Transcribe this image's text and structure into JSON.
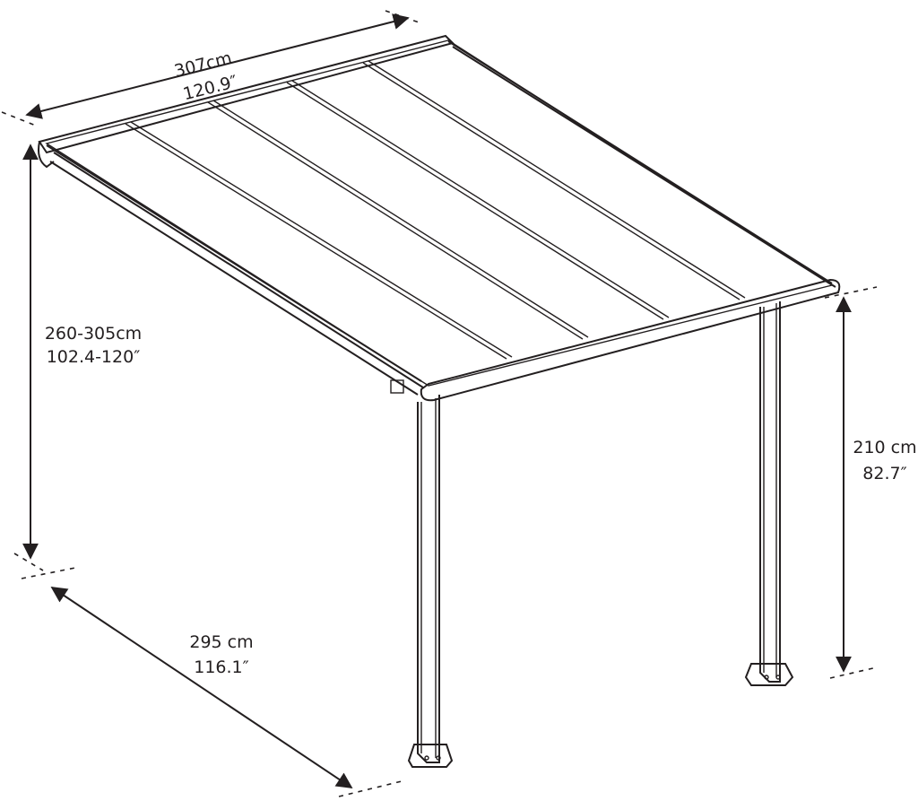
{
  "dimensions": {
    "width": {
      "metric": "307cm",
      "imperial": "120.9″"
    },
    "rear_height": {
      "metric": "260-305cm",
      "imperial": "102.4-120″"
    },
    "front_height": {
      "metric": "210 cm",
      "imperial": "82.7″"
    },
    "depth": {
      "metric": "295 cm",
      "imperial": "116.1″"
    }
  },
  "colors": {
    "stroke": "#231f20",
    "background": "#ffffff"
  }
}
